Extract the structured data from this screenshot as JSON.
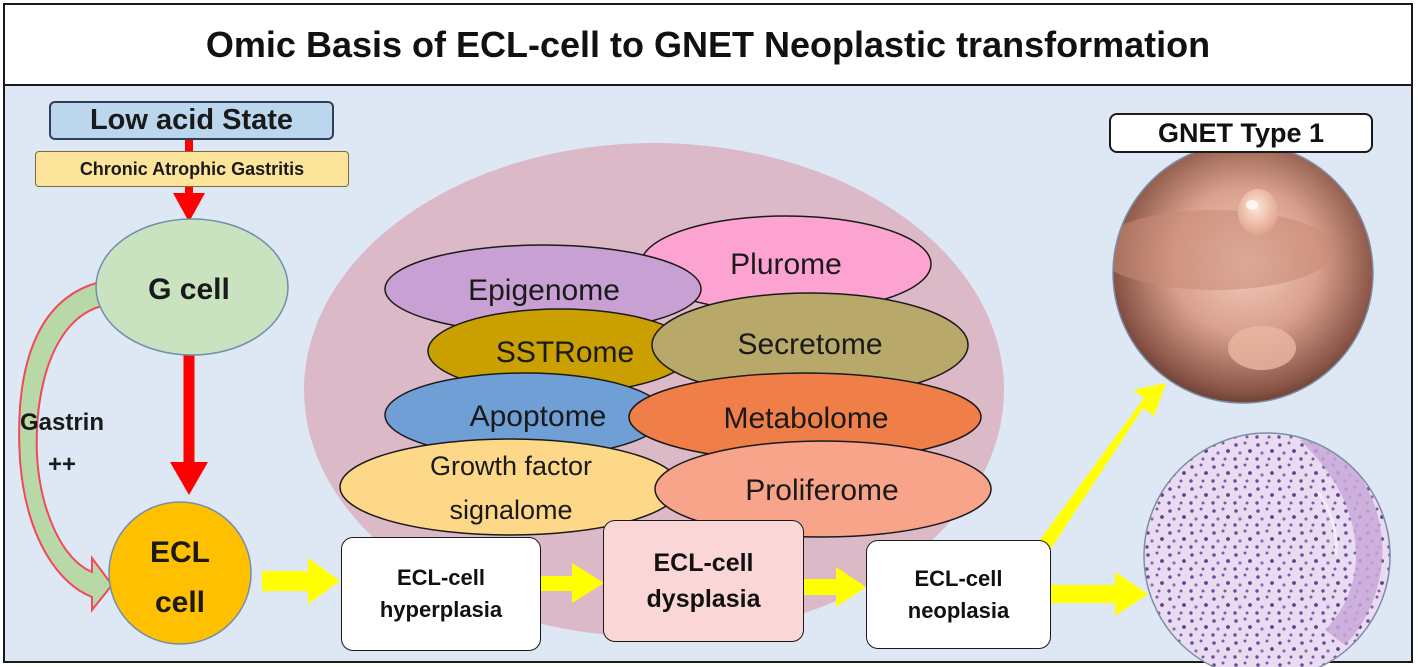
{
  "title": "Omic Basis of ECL-cell to GNET Neoplastic transformation",
  "low_acid_state": "Low acid State",
  "chronic_atrophic_gastritis": "Chronic Atrophic Gastritis",
  "g_cell": "G cell",
  "gastrin_line1": "Gastrin",
  "gastrin_line2": "++",
  "ecl_cell_line1": "ECL",
  "ecl_cell_line2": "cell",
  "omes": {
    "plurome": "Plurome",
    "epigenome": "Epigenome",
    "sstrome": "SSTRome",
    "secretome": "Secretome",
    "apoptome": "Apoptome",
    "metabolome": "Metabolome",
    "growth_factor_line1": "Growth factor",
    "growth_factor_line2": "signalome",
    "proliferome": "Proliferome"
  },
  "stages": {
    "hyperplasia_line1": "ECL-cell",
    "hyperplasia_line2": "hyperplasia",
    "dysplasia_line1": "ECL-cell",
    "dysplasia_line2": "dysplasia",
    "neoplasia_line1": "ECL-cell",
    "neoplasia_line2": "neoplasia"
  },
  "gnet_type": "GNET Type 1",
  "colors": {
    "panel_bg": "#dde8f4",
    "red_arrow": "#ff0000",
    "yellow_arrow": "#ffff00",
    "ecl_cell_fill": "#ffc000",
    "g_cell_fill": "#c9e3c0",
    "omic_cluster_fill": "#dcb9c7"
  }
}
